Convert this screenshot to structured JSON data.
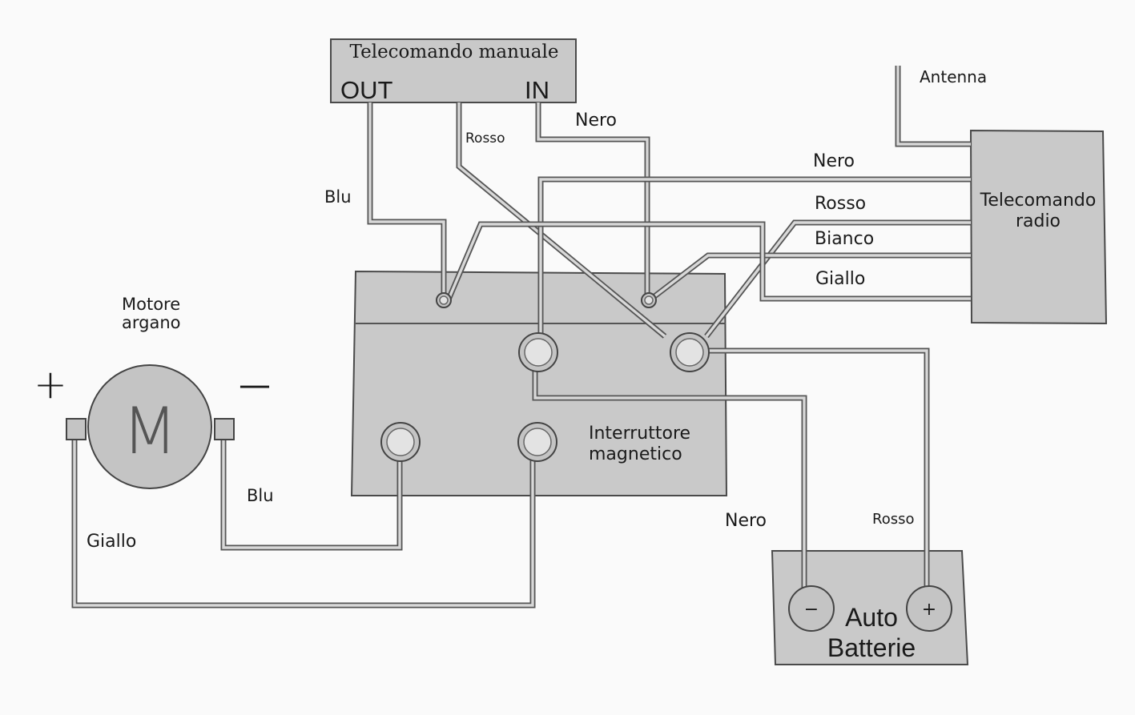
{
  "manual_remote": {
    "title": "Telecomando manuale",
    "out": "OUT",
    "in": "IN"
  },
  "radio_remote": {
    "line1": "Telecomando",
    "line2": "radio"
  },
  "antenna": "Antenna",
  "switch": {
    "line1": "Interruttore",
    "line2": "magnetico"
  },
  "motor": {
    "line1": "Motore",
    "line2": "argano",
    "symbol": "M",
    "plus": "+",
    "minus": "—"
  },
  "battery": {
    "line1": "Auto",
    "line2": "Batterie",
    "neg": "−",
    "pos": "+"
  },
  "wires": {
    "rosso_manual": "Rosso",
    "nero_manual": "Nero",
    "blu_manual": "Blu",
    "nero_radio": "Nero",
    "rosso_radio": "Rosso",
    "bianco_radio": "Bianco",
    "giallo_radio": "Giallo",
    "blu_motor": "Blu",
    "giallo_motor": "Giallo",
    "nero_battery": "Nero",
    "rosso_battery": "Rosso"
  }
}
